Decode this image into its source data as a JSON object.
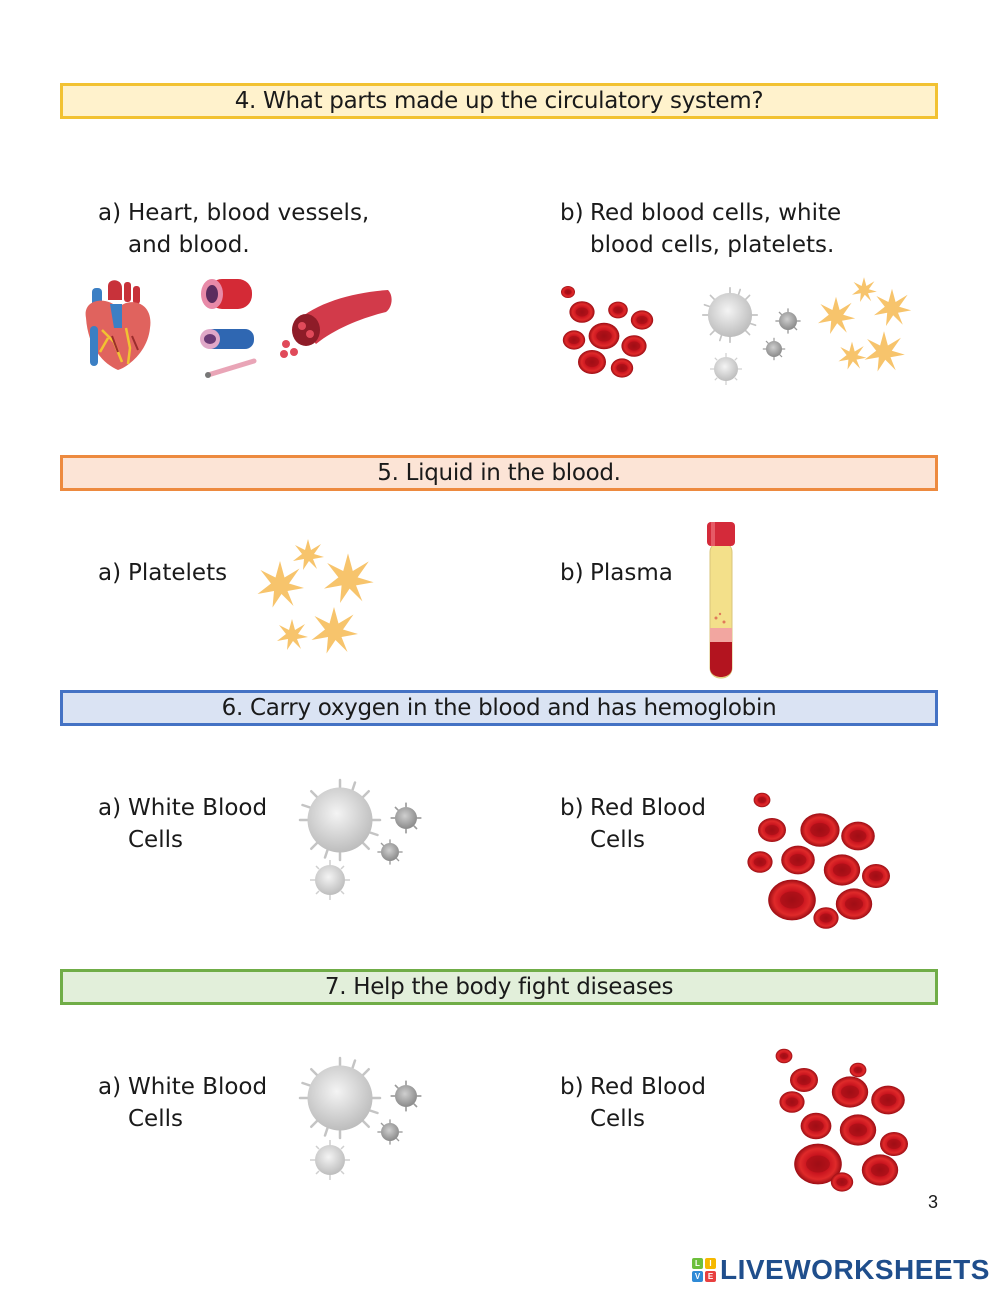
{
  "questions": [
    {
      "title": "4. What parts made up the circulatory system?",
      "options": [
        {
          "letter": "a)",
          "text": "Heart, blood vessels,\nand blood.",
          "images": [
            "heart-image",
            "blood-vessels-image",
            "blood-vessel-cross-section-image"
          ]
        },
        {
          "letter": "b)",
          "text": "Red blood cells, white\nblood cells, platelets.",
          "images": [
            "red-blood-cells-image",
            "white-blood-cells-image",
            "platelets-image"
          ]
        }
      ]
    },
    {
      "title": "5. Liquid in the blood.",
      "options": [
        {
          "letter": "a)",
          "text": "Platelets",
          "images": [
            "platelets-image"
          ]
        },
        {
          "letter": "b)",
          "text": "Plasma",
          "images": [
            "plasma-test-tube-image"
          ]
        }
      ]
    },
    {
      "title": "6. Carry oxygen in the blood and has hemoglobin",
      "options": [
        {
          "letter": "a)",
          "text": "White Blood\nCells",
          "images": [
            "white-blood-cells-image"
          ]
        },
        {
          "letter": "b)",
          "text": "Red Blood\nCells",
          "images": [
            "red-blood-cells-image"
          ]
        }
      ]
    },
    {
      "title": "7. Help the body fight diseases",
      "options": [
        {
          "letter": "a)",
          "text": "White Blood\nCells",
          "images": [
            "white-blood-cells-image"
          ]
        },
        {
          "letter": "b)",
          "text": "Red Blood\nCells",
          "images": [
            "red-blood-cells-image"
          ]
        }
      ]
    }
  ],
  "page_number": "3",
  "logo": {
    "text": "LIVEWORKSHEETS",
    "icon_letters": [
      "L",
      "I",
      "V",
      "E"
    ]
  },
  "colors": {
    "q4_fill": "#fff2cc",
    "q4_border": "#f2c232",
    "q5_fill": "#fce4d6",
    "q5_border": "#ed8a3f",
    "q6_fill": "#dae3f3",
    "q6_border": "#4472c4",
    "q7_fill": "#e2efda",
    "q7_border": "#70ad47",
    "logo_text": "#1f4e8c"
  }
}
